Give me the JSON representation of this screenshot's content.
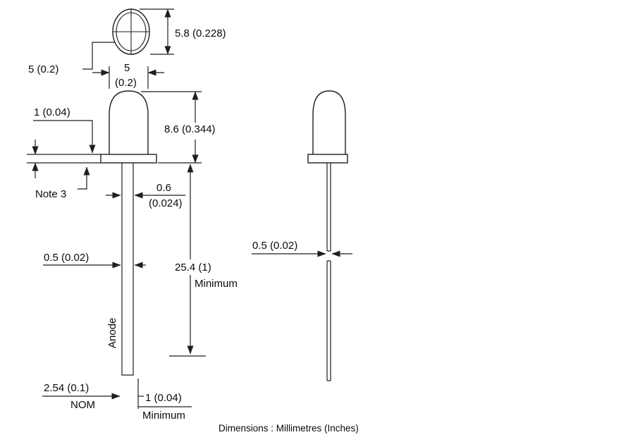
{
  "labels": {
    "flange_diameter": "5.8 (0.228)",
    "lens_diameter": "5 (0.2)",
    "body_diameter": "5",
    "body_diameter_inches": "(0.2)",
    "flange_height": "1 (0.04)",
    "note": "Note 3",
    "body_height": "8.6 (0.344)",
    "lead_thickness_mm": "0.6",
    "lead_thickness_in": "(0.024)",
    "lead_width_front": "0.5 (0.02)",
    "lead_length": "25.4 (1)",
    "lead_length_min": "Minimum",
    "anode": "Anode",
    "lead_spacing": "2.54 (0.1)",
    "lead_spacing_nom": "NOM",
    "tip_dim": "1 (0.04)",
    "tip_min": "Minimum",
    "lead_width_side": "0.5 (0.02)",
    "footer": "Dimensions : Millimetres (Inches)"
  }
}
